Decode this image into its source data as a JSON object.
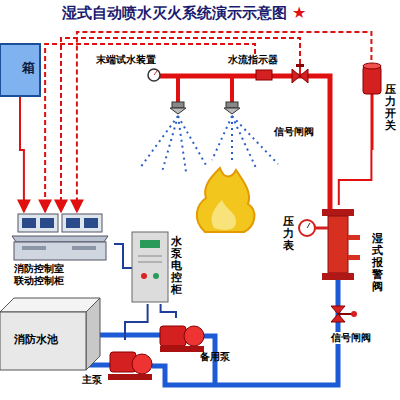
{
  "diagram": {
    "title": "湿式自动喷水灭火系统演示示意图",
    "nodes": [
      {
        "text": [
          "箱"
        ]
      },
      {
        "text": [
          "消防控制室 联动控制柜"
        ]
      },
      {
        "text": [
          "水泵电控柜"
        ]
      },
      {
        "text": [
          "消防水池"
        ]
      },
      {
        "text": [
          "主泵"
        ]
      },
      {
        "text": [
          "备用泵"
        ]
      },
      {
        "text": [
          "湿式报警阀"
        ]
      },
      {
        "text": [
          "压力开关"
        ]
      },
      {
        "text": [
          "水流指示器"
        ]
      },
      {
        "text": [
          "末端试水装置"
        ]
      },
      {
        "text": [
          "信号闸阀"
        ]
      },
      {
        "text": [
          "信号闸阀"
        ]
      },
      {
        "text": [
          "压力表"
        ]
      }
    ],
    "edges": [
      {
        "from": 8,
        "to": 1,
        "arrow": "to"
      },
      {
        "from": 10,
        "to": 1,
        "arrow": "to"
      },
      {
        "from": 7,
        "to": 1,
        "arrow": "to"
      },
      {
        "from": 0,
        "to": 1,
        "arrow": "to"
      },
      {
        "from": 1,
        "to": 2,
        "arrow": "none"
      },
      {
        "from": 2,
        "to": 4,
        "arrow": "none"
      },
      {
        "from": 2,
        "to": 5,
        "arrow": "none"
      },
      {
        "from": 6,
        "to": 7,
        "arrow": "none"
      }
    ],
    "labels": [
      "★"
    ]
  }
}
